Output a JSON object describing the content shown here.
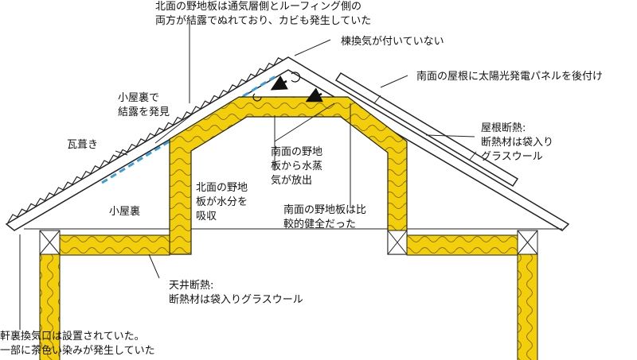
{
  "colors": {
    "insulation": "#f2cf0a",
    "condensation": "#3aa0dc",
    "line": "#222222"
  },
  "labels": {
    "north_board": [
      "北面の野地板は通気層側とルーフィング側の",
      "両方が結露でぬれており、カビも発生していた"
    ],
    "ridge_vent": "棟換気が付いていない",
    "solar_panel": "南面の屋根に太陽光発電パネルを後付け",
    "attic_condensation": [
      "小屋裏で",
      "結露を発見"
    ],
    "tile_roof": "瓦葺き",
    "roof_insulation": [
      "屋根断熱:",
      "断熱材は袋入り",
      "グラスウール"
    ],
    "south_vapor": [
      "南面の野地",
      "板から水蒸",
      "気が放出"
    ],
    "north_absorb": [
      "北面の野地",
      "板が水分を",
      "吸収"
    ],
    "attic": "小屋裏",
    "south_healthy": [
      "南面の野地板は比",
      "較的健全だった"
    ],
    "ceiling_insulation": [
      "天井断熱:",
      "断熱材は袋入りグラスウール"
    ],
    "eave_vent": [
      "軒裏換気口は設置されていた。",
      "一部に茶色い染みが発生していた"
    ]
  }
}
